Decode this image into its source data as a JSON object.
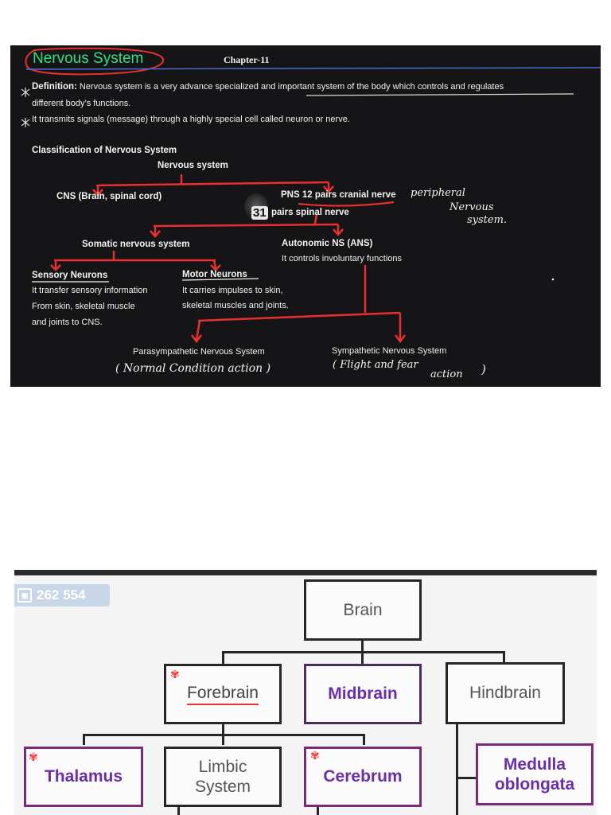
{
  "slide1": {
    "title": "Nervous System",
    "chapter": "Chapter-11",
    "definition_label": "Definition:",
    "definition_text": "Nervous system is a very advance specialized and important system of the body which controls and regulates",
    "definition_text_2": "different body’s functions.",
    "bullet2": "It transmits signals (message) through a highly special cell called neuron or nerve.",
    "classification_heading": "Classification of Nervous System",
    "root": "Nervous system",
    "cns": "CNS (Brain, spinal cord)",
    "pns_prefix": "PNS ",
    "pns_highlight": "12 pairs cranial nerve",
    "marker": "31",
    "pns_line2": "pairs spinal nerve",
    "pns_handwritten": [
      "peripheral",
      "Nervous",
      "system."
    ],
    "somatic": "Somatic nervous system",
    "autonomic": "Autonomic NS (ANS)",
    "autonomic_desc": "It controls involuntary functions",
    "sensory_title": "Sensory Neurons",
    "sensory_desc": [
      "It transfer sensory information",
      "From skin, skeletal muscle",
      "and joints to CNS."
    ],
    "motor_title": "Motor Neurons",
    "motor_desc": [
      "It carries impulses to skin,",
      "skeletal muscles and joints."
    ],
    "parasympathetic": "Parasympathetic Nervous System",
    "parasympathetic_note": "( Normal Condition action )",
    "sympathetic": "Sympathetic Nervous System",
    "sympathetic_note_1": "( Flight and fear",
    "sympathetic_note_2": "action",
    "sympathetic_note_close": ")",
    "colors": {
      "title": "#2fe08a",
      "arrows": "#e8312f",
      "underline_blue": "#4a6cd8"
    }
  },
  "slide2": {
    "counter_icon": "views-icon",
    "counter": "262 554",
    "brain": "Brain",
    "forebrain": "Forebrain",
    "midbrain": "Midbrain",
    "hindbrain": "Hindbrain",
    "thalamus": "Thalamus",
    "limbic": [
      "Limbic",
      "System"
    ],
    "cerebrum": "Cerebrum",
    "medulla": [
      "Medulla",
      "oblongata"
    ],
    "colors": {
      "purple_text": "#6a2fa6",
      "box_border": "#262626",
      "red_annotations": "#e33333"
    }
  }
}
